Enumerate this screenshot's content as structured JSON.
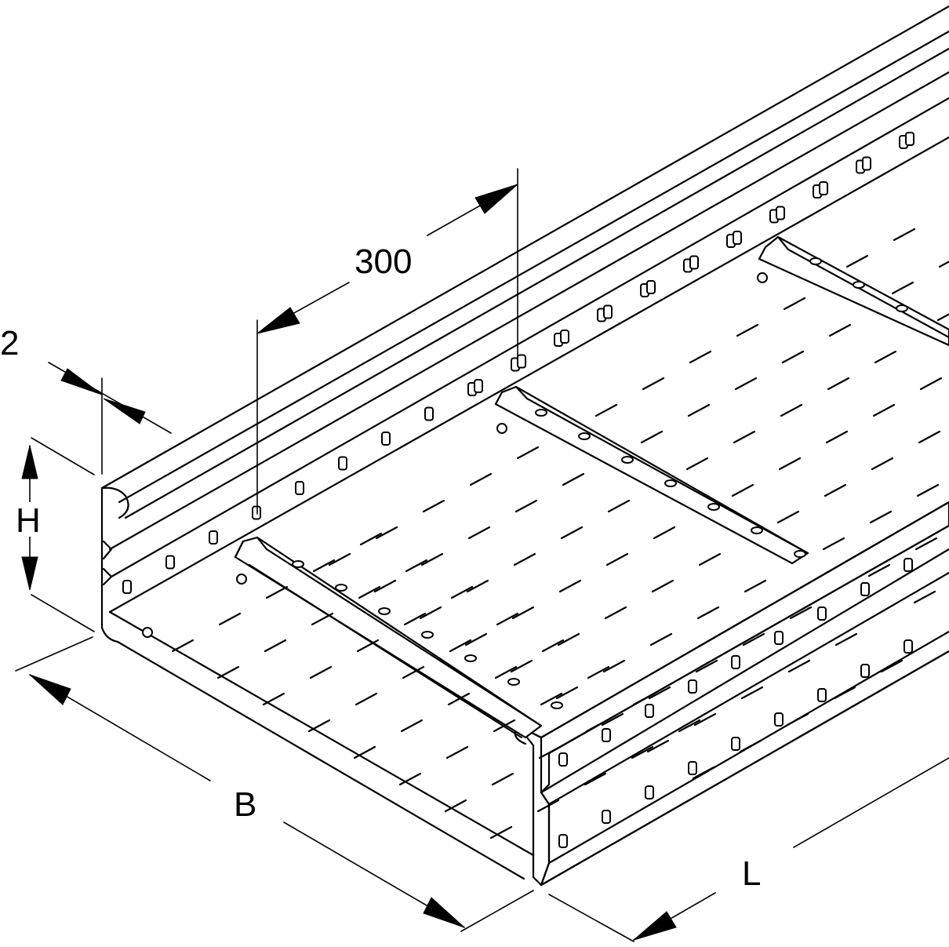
{
  "labels": {
    "dim_width": "B",
    "dim_height": "H",
    "dim_length": "L",
    "dim_spacing": "300",
    "dim_side": "2"
  },
  "colors": {
    "line": "#000000",
    "background": "#ffffff"
  }
}
